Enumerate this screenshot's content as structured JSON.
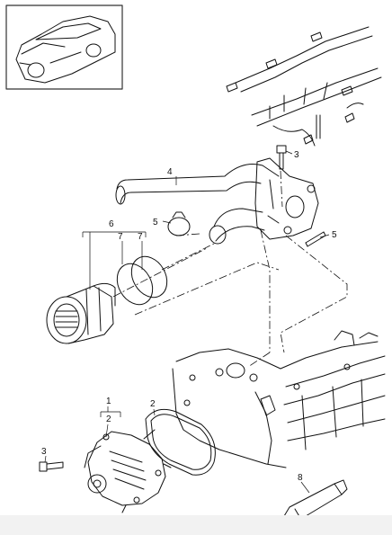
{
  "callouts": [
    {
      "id": "c4",
      "text": "4"
    },
    {
      "id": "c3top",
      "text": "3"
    },
    {
      "id": "c5left",
      "text": "5"
    },
    {
      "id": "c5right",
      "text": "5"
    },
    {
      "id": "c6",
      "text": "6"
    },
    {
      "id": "c7a",
      "text": "7"
    },
    {
      "id": "c7b",
      "text": "7"
    },
    {
      "id": "c1",
      "text": "1"
    },
    {
      "id": "c2a",
      "text": "2"
    },
    {
      "id": "c2b",
      "text": "2"
    },
    {
      "id": "c3bottom",
      "text": "3"
    },
    {
      "id": "c8",
      "text": "8"
    }
  ],
  "icons": {
    "car": "vehicle-thumbnail-icon"
  },
  "colors": {
    "line": "#111111",
    "frame": "#333333",
    "footer": "#f2f2f2"
  }
}
